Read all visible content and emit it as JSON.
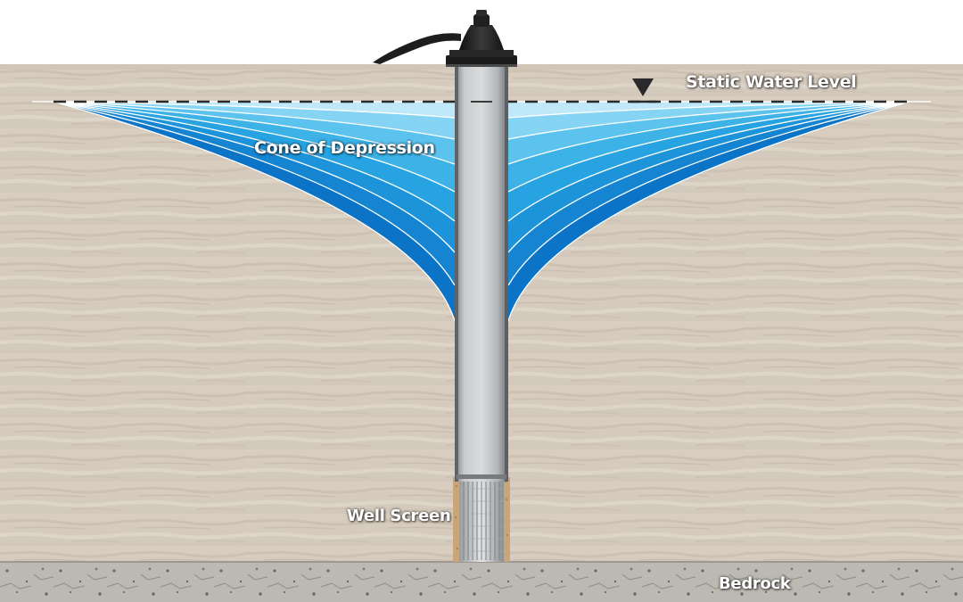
{
  "labels": {
    "static_water_level": "Static Water Level",
    "cone_of_depression": "Cone of Depression",
    "well_screen": "Well Screen",
    "bedrock": "Bedrock"
  },
  "colors": {
    "sky": "#ffffff",
    "soil": "#d6ccbf",
    "soil_dark": "#c2b6a6",
    "bedrock": "#b9b6b0",
    "water_light": "#cdeefb",
    "water_mid": "#29a9e2",
    "water_dark": "#0a72c4",
    "casing": "#b5b8bb",
    "pump": "#262626"
  }
}
